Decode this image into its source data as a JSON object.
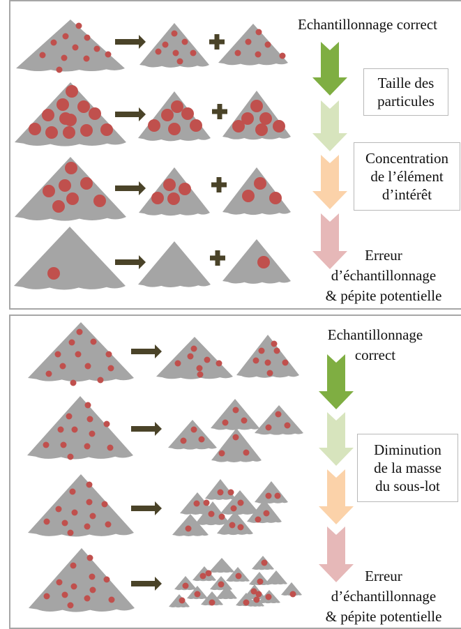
{
  "top_panel": {
    "header": "Echantillonnage correct",
    "labels": [
      [
        "Taille des",
        "particules"
      ],
      [
        "Concentration",
        "de l’élément",
        "d’intérêt"
      ]
    ],
    "footer": [
      "Erreur",
      "d’échantillonnage",
      "& pépite potentielle"
    ]
  },
  "bottom_panel": {
    "header": [
      "Echantillonnage",
      "correct"
    ],
    "labels": [
      [
        "Diminution",
        "de la masse",
        "du sous-lot"
      ]
    ],
    "footer": [
      "Erreur",
      "d’échantillonnage",
      "& pépite potentielle"
    ]
  },
  "colors": {
    "pile": "#a5a5a5",
    "particle": "#c0504d",
    "arrow": "#4a4328",
    "green": "#7fae42",
    "light_green": "#d7e4bd",
    "orange": "#fbd2a9",
    "pink": "#e6b8b8"
  }
}
